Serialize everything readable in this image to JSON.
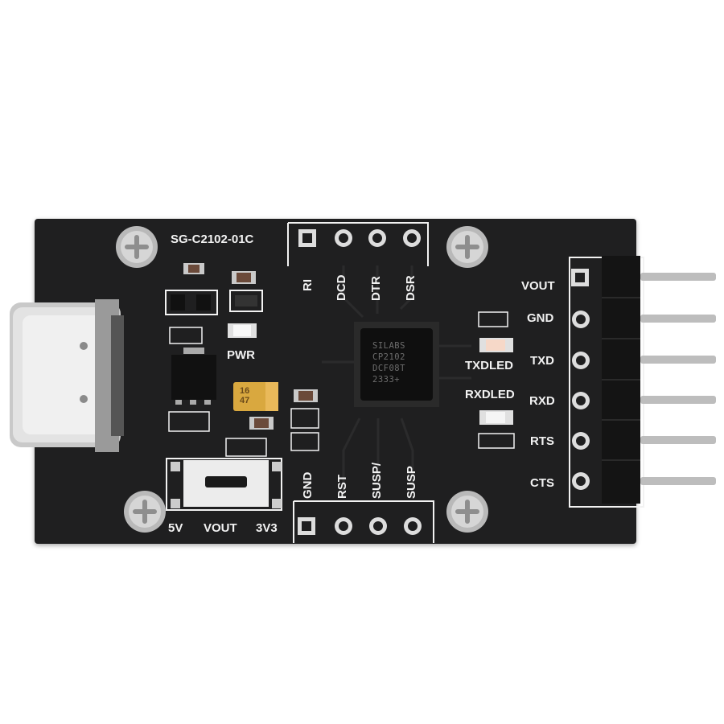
{
  "board": {
    "model": "SG-C2102-01C",
    "power_label": "PWR",
    "top_header_pins": [
      "RI",
      "DCD",
      "DTR",
      "DSR"
    ],
    "bottom_header_pins": [
      "GND",
      "RST",
      "SUSP/",
      "SUSP"
    ],
    "side_header_pins": [
      "VOUT",
      "GND",
      "TXD",
      "RXD",
      "RTS",
      "CTS"
    ],
    "led_labels": [
      "TXDLED",
      "RXDLED"
    ],
    "switch_labels": [
      "5V",
      "VOUT",
      "3V3"
    ],
    "chip_marking": [
      "SILABS",
      "CP2102",
      "DCF08T",
      "2333+"
    ],
    "capacitor_marking": [
      "16",
      "47"
    ],
    "colors": {
      "pcb": "#1f1f20",
      "silkscreen": "#f2f2f2",
      "tantalum": "#d9a83f"
    }
  }
}
